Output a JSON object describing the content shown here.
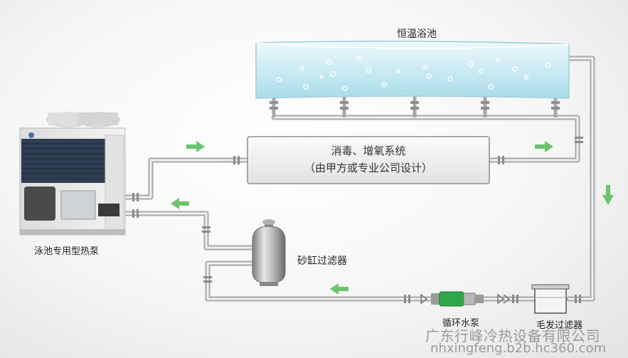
{
  "labels": {
    "pool": "恒温浴池",
    "heat_pump": "泳池专用型热泵",
    "disinfect_line1": "消毒、增氧系统",
    "disinfect_line2": "（由甲方或专业公司设计）",
    "sand_filter": "砂缸过滤器",
    "pump": "循环水泵",
    "hair_filter": "毛发过滤器"
  },
  "watermark": {
    "company": "广东行峰冷热设备有限公司",
    "url": "nhxingfeng.b2b.hc360.com"
  },
  "colors": {
    "pipe": "#cfcfcf",
    "pipe_dark": "#9e9e9e",
    "arrow": "#6cc36c",
    "water": "#b9e4ef",
    "pump_green": "#2fa84a"
  }
}
